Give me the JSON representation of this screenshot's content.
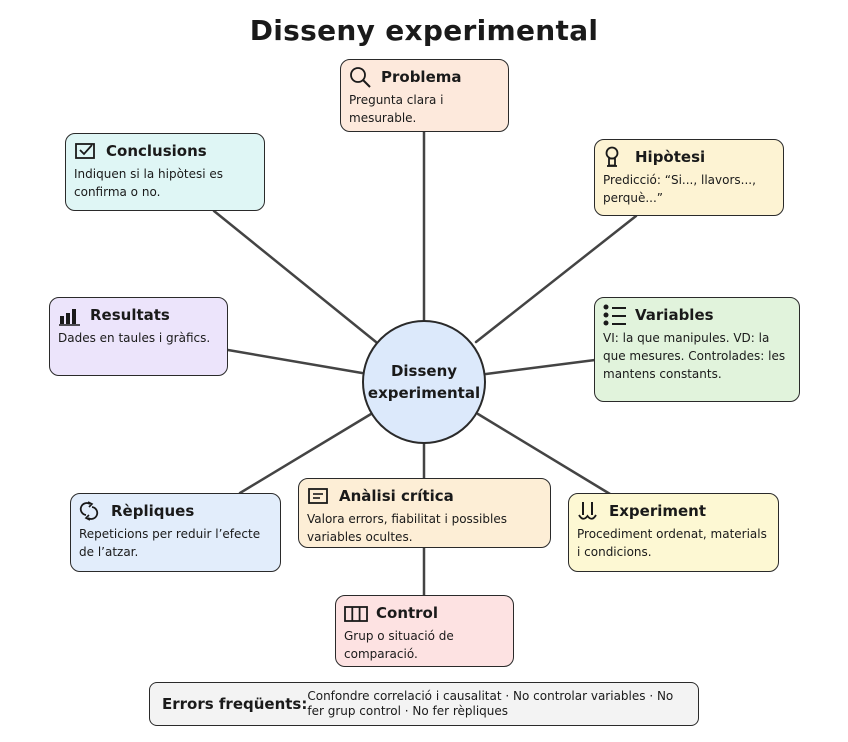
{
  "title": "Disseny experimental",
  "hub": {
    "label": "Disseny\nexperimental",
    "color": "#dce9fb"
  },
  "nodes": [
    {
      "id": "problema",
      "icon": "magnifier-icon",
      "label": "Problema",
      "desc": "Pregunta clara i mesurable.",
      "color": "#fde9dc"
    },
    {
      "id": "hipotesi",
      "icon": "lightbulb-icon",
      "label": "Hipòtesi",
      "desc": "Predicció: “Si..., llavors..., perquè...”",
      "color": "#fdf3d3"
    },
    {
      "id": "variables",
      "icon": "list-icon",
      "label": "Variables",
      "desc": "VI: la que manipules. VD: la que mesures. Controlades: les mantens constants.",
      "color": "#e1f3dc"
    },
    {
      "id": "experiment",
      "icon": "flask-icon",
      "label": "Experiment",
      "desc": "Procediment ordenat, materials i condicions.",
      "color": "#fdf8d3"
    },
    {
      "id": "control",
      "icon": "columns-icon",
      "label": "Control",
      "desc": "Grup o situació de comparació.",
      "color": "#fde2e2"
    },
    {
      "id": "analisi",
      "icon": "document-icon",
      "label": "Anàlisi crítica",
      "desc": "Valora errors, fiabilitat i possibles variables ocultes.",
      "color": "#fdeed6"
    },
    {
      "id": "repliques",
      "icon": "cycle-icon",
      "label": "Rèpliques",
      "desc": "Repeticions per reduir l’efecte de l’atzar.",
      "color": "#e2edfb"
    },
    {
      "id": "resultats",
      "icon": "bar-chart-icon",
      "label": "Resultats",
      "desc": "Dades en taules i gràfics.",
      "color": "#ece4fb"
    },
    {
      "id": "conclusions",
      "icon": "checkbox-icon",
      "label": "Conclusions",
      "desc": "Indiquen si la hipòtesi es confirma o no.",
      "color": "#dff6f5"
    }
  ],
  "footer": {
    "label": "Errors freqüents:",
    "text": "Confondre correlació i causalitat · No controlar variables · No fer grup control · No fer rèpliques"
  }
}
